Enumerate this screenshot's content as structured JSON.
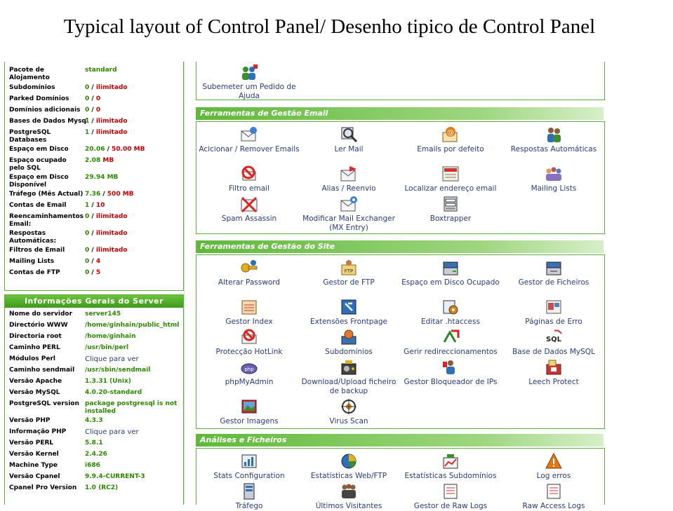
{
  "title": "Typical layout of Control Panel/ Desenho tipico de Control Panel",
  "stats": [
    {
      "label": "Pacote de Alojamento",
      "value": "standard"
    },
    {
      "label": "Subdomínios",
      "used": "0",
      "sep": "/",
      "limit": "ilimitado"
    },
    {
      "label": "Parked Domínios",
      "used": "0",
      "sep": "/",
      "limit": "0"
    },
    {
      "label": "Domínios adicionais",
      "used": "0",
      "sep": "/",
      "limit": "0"
    },
    {
      "label": "Bases de Dados Mysql",
      "used": "1",
      "sep": "/",
      "limit": "ilimitado"
    },
    {
      "label": "PostgreSQL Databases",
      "used": "1",
      "sep": "/",
      "limit": "ilimitado"
    },
    {
      "label": "Espaço em Disco",
      "used": "20.06",
      "sep": "/",
      "limit": "50.00 MB"
    },
    {
      "label": "Espaço ocupado pelo SQL",
      "used": "2.08",
      "limit": "MB"
    },
    {
      "label": "Espaço em Disco Disponível",
      "value": "29.94 MB"
    },
    {
      "label": "Tráfego (Mês Actual)",
      "used": "7.36",
      "sep": "/",
      "limit": "500 MB"
    },
    {
      "label": "Contas de Email",
      "used": "1",
      "sep": "/",
      "limit": "10"
    },
    {
      "label": "Reencaminhamentos Email:",
      "used": "0",
      "sep": "/",
      "limit": "ilimitado"
    },
    {
      "label": "Respostas Automáticas:",
      "used": "0",
      "sep": "/",
      "limit": "ilimitado"
    },
    {
      "label": "Filtros de Email",
      "used": "0",
      "sep": "/",
      "limit": "ilimitado"
    },
    {
      "label": "Mailing Lists",
      "used": "0",
      "sep": "/",
      "limit": "4"
    },
    {
      "label": "Contas de FTP",
      "used": "0",
      "sep": "/",
      "limit": "5"
    }
  ],
  "server_info": {
    "header": "Informações Gerais do Server",
    "rows": [
      {
        "label": "Nome do servidor",
        "value": "server145"
      },
      {
        "label": "Directório WWW",
        "value": "/home/ginhain/public_html"
      },
      {
        "label": "Directoria root",
        "value": "/home/ginhain"
      },
      {
        "label": "Caminho PERL",
        "value": "/usr/bin/perl"
      },
      {
        "label": "Módulos Perl",
        "value": "Clique para ver"
      },
      {
        "label": "Caminho sendmail",
        "value": "/usr/sbin/sendmail"
      },
      {
        "label": "Versão Apache",
        "value": "1.3.31 (Unix)"
      },
      {
        "label": "Versão MySQL",
        "value": "4.0.20-standard"
      },
      {
        "label": "PostgreSQL version",
        "value": "package postgresql is not installed"
      },
      {
        "label": "Versão PHP",
        "value": "4.3.3"
      },
      {
        "label": "Informação PHP",
        "value": "Clique para ver"
      },
      {
        "label": "Versão PERL",
        "value": "5.8.1"
      },
      {
        "label": "Versão Kernel",
        "value": "2.4.26"
      },
      {
        "label": "Machine Type",
        "value": "i686"
      },
      {
        "label": "Versão Cpanel",
        "value": "9.9.4-CURRENT-3"
      },
      {
        "label": "Cpanel Pro Version",
        "value": "1.0 (RC2)"
      }
    ]
  },
  "support": {
    "tool": "Subemeter um Pedido de Ajuda"
  },
  "email_tools": {
    "header": "Ferramentas de Gestão Email",
    "tools": [
      "Acicionar / Remover Emails",
      "Ler Mail",
      "Emails por defeito",
      "Respostas Automáticas",
      "Filtro email",
      "Alias / Reenvio",
      "Localizar endereço email",
      "Mailing Lists",
      "Spam Assassin",
      "Modificar Mail Exchanger (MX Entry)",
      "Boxtrapper"
    ]
  },
  "site_tools": {
    "header": "Ferramentas de Gestão do Site",
    "tools": [
      "Alterar Password",
      "Gestor de FTP",
      "Espaço em Disco Ocupado",
      "Gestor de Ficheiros",
      "Gestor Index",
      "Extensões Frontpage",
      "Editar .htaccess",
      "Páginas de Erro",
      "Protecção HotLink",
      "Subdomínios",
      "Gerir redireccionamentos",
      "Base de Dados MySQL",
      "phpMyAdmin",
      "Download/Upload ficheiro de backup",
      "Gestor Bloqueador de IPs",
      "Leech Protect",
      "Gestor Imagens",
      "Virus Scan"
    ]
  },
  "analysis_tools": {
    "header": "Análises e Ficheiros",
    "tools": [
      "Stats Configuration",
      "Estatísticas Web/FTP",
      "Estatísticas Subdomínios",
      "Log erros",
      "Tráfego",
      "Últimos Visitantes",
      "Gestor de Raw Logs",
      "Raw Access Logs"
    ]
  },
  "colors": {
    "accent_green": "#5fae3c",
    "value_green": "#2a8a00",
    "limit_red": "#cc0000",
    "link_blue": "#2a3a7a"
  }
}
